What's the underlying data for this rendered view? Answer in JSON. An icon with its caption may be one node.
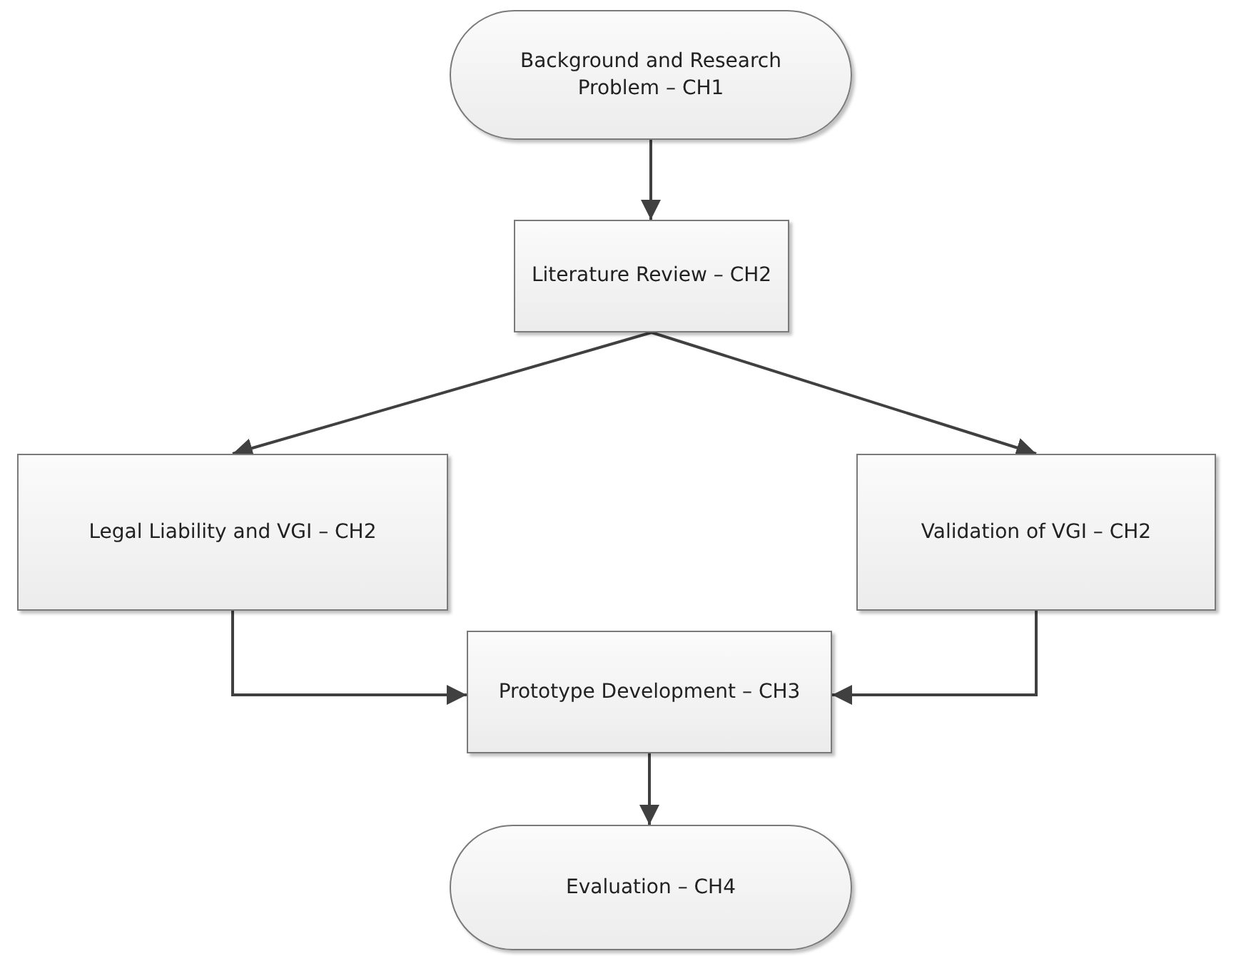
{
  "diagram": {
    "nodes": [
      {
        "text": [
          "Background and Research Problem – CH1"
        ]
      },
      {
        "text": [
          "Literature Review – CH2"
        ]
      },
      {
        "text": [
          "Legal Liability and VGI – CH2"
        ]
      },
      {
        "text": [
          "Validation of VGI – CH2"
        ]
      },
      {
        "text": [
          "Prototype Development – CH3"
        ]
      },
      {
        "text": [
          "Evaluation – CH4"
        ]
      }
    ],
    "edges": [
      {
        "from": 0,
        "to": 1,
        "arrow": "to"
      },
      {
        "from": 1,
        "to": 2,
        "arrow": "to"
      },
      {
        "from": 1,
        "to": 3,
        "arrow": "to"
      },
      {
        "from": 2,
        "to": 4,
        "arrow": "to"
      },
      {
        "from": 3,
        "to": 4,
        "arrow": "to"
      },
      {
        "from": 4,
        "to": 5,
        "arrow": "to"
      }
    ]
  }
}
